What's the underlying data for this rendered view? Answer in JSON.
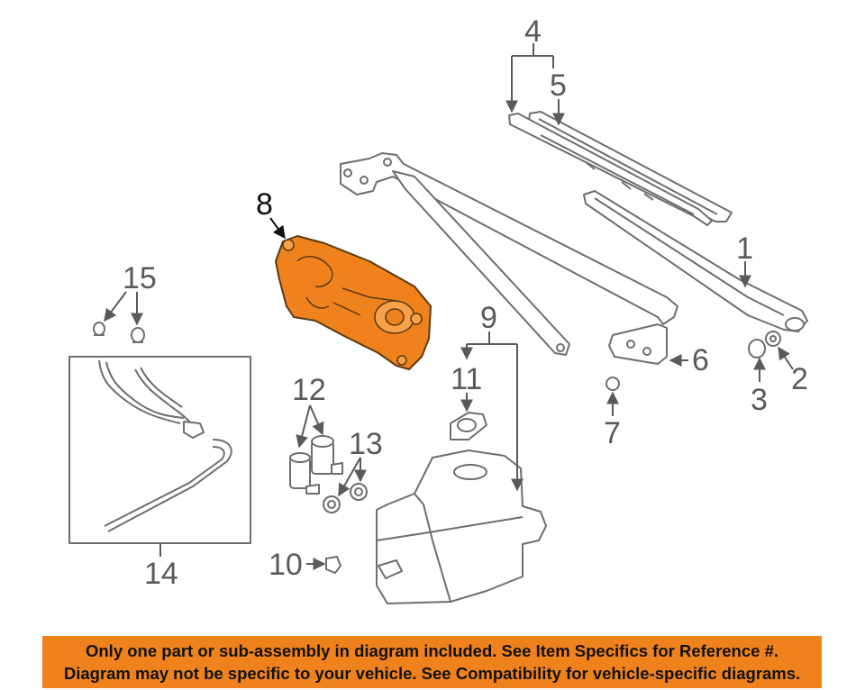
{
  "callouts": {
    "c1": "1",
    "c2": "2",
    "c3": "3",
    "c4": "4",
    "c5": "5",
    "c6": "6",
    "c7": "7",
    "c8": "8",
    "c9": "9",
    "c10": "10",
    "c11": "11",
    "c12": "12",
    "c13": "13",
    "c14": "14",
    "c15": "15"
  },
  "notice": {
    "line1": "Only one part or sub-assembly in diagram included. See Item Specifics for Reference #.",
    "line2": "Diagram may not be specific to your vehicle. See Compatibility for vehicle-specific diagrams."
  },
  "colors": {
    "highlight": "#f0821e",
    "banner": "#f0821e",
    "outline": "#6e6e6e"
  }
}
